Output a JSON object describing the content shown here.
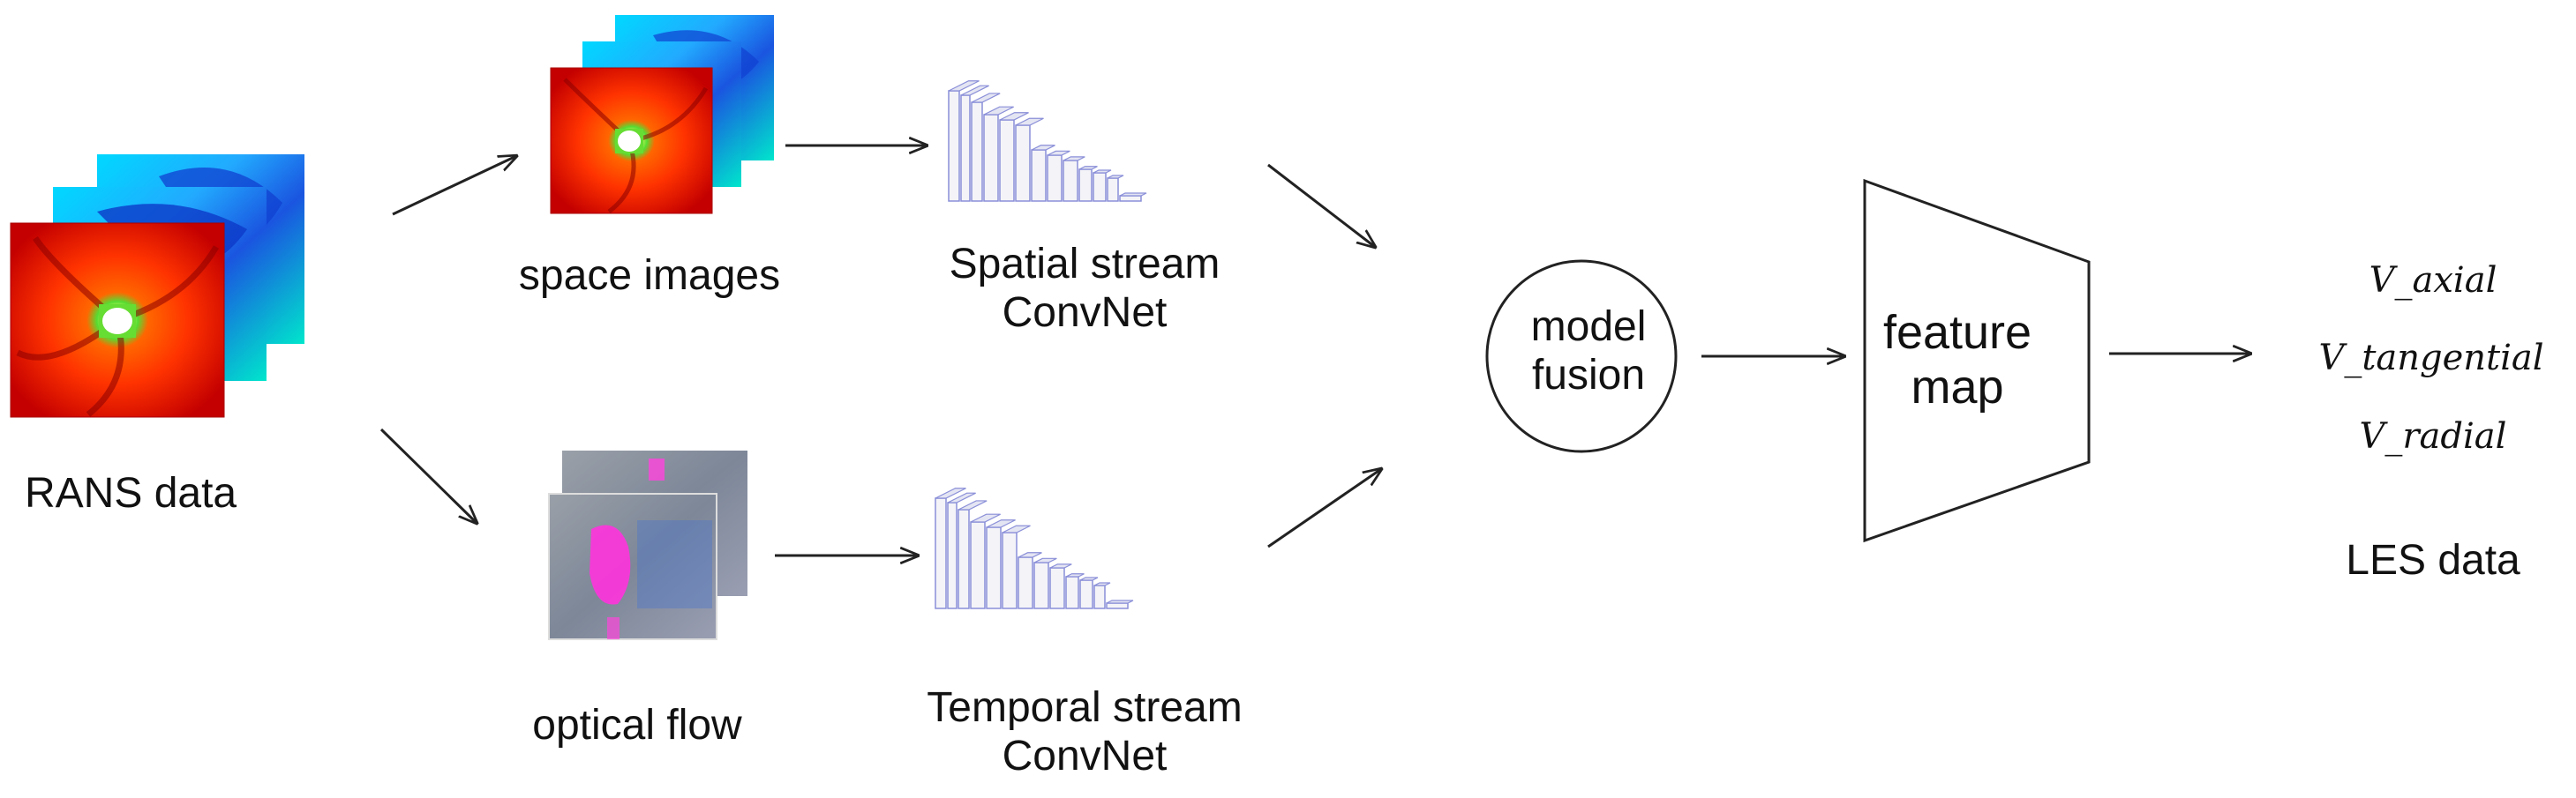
{
  "labels": {
    "rans": "RANS data",
    "space_images": "space images",
    "optical_flow": "optical flow",
    "spatial_stream": [
      "Spatial stream",
      "ConvNet"
    ],
    "temporal_stream": [
      "Temporal stream",
      "ConvNet"
    ],
    "fusion": [
      "model",
      "fusion"
    ],
    "feature_map": [
      "feature",
      "map"
    ],
    "les": "LES data"
  },
  "outputs": [
    "V_axial",
    "V_tangential",
    "V_radial"
  ],
  "colors": {
    "line": "#222222",
    "heat_core": "#ffffff",
    "heat_mid": "#ff3300",
    "heat_outer": "#cc0000",
    "cool_a": "#00e0ff",
    "cool_b": "#0044dd",
    "flow_bg": "#8a8f9e",
    "flow_pink": "#ff33dd",
    "flow_blue": "#4f78c8",
    "layer_edge": "#8a8fd8"
  }
}
